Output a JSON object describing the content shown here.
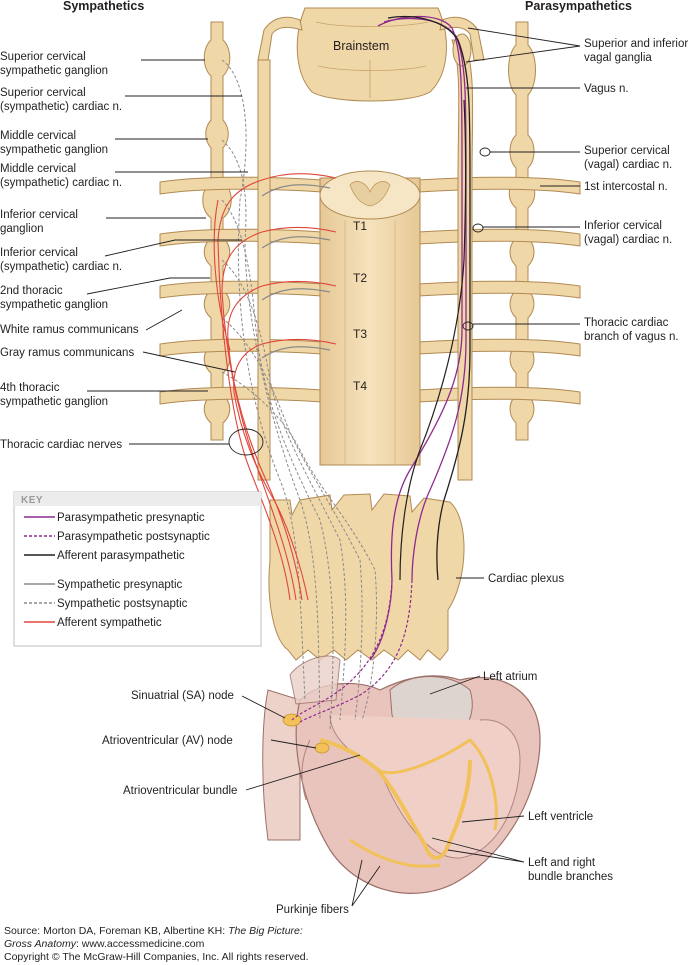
{
  "headers": {
    "left": "Sympathetics",
    "right": "Parasympathetics"
  },
  "brainstem_label": "Brainstem",
  "segments": [
    "T1",
    "T2",
    "T3",
    "T4"
  ],
  "labels_left": [
    {
      "line1": "Superior cervical",
      "line2": "sympathetic ganglion"
    },
    {
      "line1": "Superior cervical",
      "line2": "(sympathetic) cardiac n."
    },
    {
      "line1": "Middle cervical",
      "line2": "sympathetic ganglion"
    },
    {
      "line1": "Middle cervical",
      "line2": "(sympathetic) cardiac n."
    },
    {
      "line1": "Inferior cervical",
      "line2": "ganglion"
    },
    {
      "line1": "Inferior cervical",
      "line2": "(sympathetic) cardiac n."
    },
    {
      "line1": "2nd thoracic",
      "line2": "sympathetic ganglion"
    },
    {
      "line1": "White ramus communicans",
      "line2": ""
    },
    {
      "line1": "Gray ramus communicans",
      "line2": ""
    },
    {
      "line1": "4th thoracic",
      "line2": "sympathetic ganglion"
    },
    {
      "line1": "Thoracic cardiac nerves",
      "line2": ""
    }
  ],
  "labels_right": [
    {
      "line1": "Superior and inferior",
      "line2": "vagal ganglia"
    },
    {
      "line1": "Vagus n.",
      "line2": ""
    },
    {
      "line1": "Superior cervical",
      "line2": "(vagal) cardiac n."
    },
    {
      "line1": "1st intercostal n.",
      "line2": ""
    },
    {
      "line1": "Inferior cervical",
      "line2": "(vagal) cardiac n."
    },
    {
      "line1": "Thoracic cardiac",
      "line2": "branch of vagus n."
    },
    {
      "line1": "Cardiac plexus",
      "line2": ""
    }
  ],
  "heart_labels": {
    "left_atrium": "Left atrium",
    "sa_node": "Sinuatrial (SA) node",
    "av_node": "Atrioventricular (AV) node",
    "av_bundle": "Atrioventricular bundle",
    "left_ventricle": "Left ventricle",
    "bundle_branches_1": "Left and right",
    "bundle_branches_2": "bundle branches",
    "purkinje": "Purkinje fibers"
  },
  "key": {
    "title": "KEY",
    "items": [
      {
        "label": "Parasympathetic presynaptic",
        "color": "#8e2a8e",
        "style": "solid"
      },
      {
        "label": "Parasympathetic postsynaptic",
        "color": "#8e2a8e",
        "style": "dashed"
      },
      {
        "label": "Afferent parasympathetic",
        "color": "#231f20",
        "style": "solid"
      },
      {
        "label": "Sympathetic presynaptic",
        "color": "#8a8a8a",
        "style": "solid"
      },
      {
        "label": "Sympathetic postsynaptic",
        "color": "#8a8a8a",
        "style": "dashed"
      },
      {
        "label": "Afferent sympathetic",
        "color": "#e0463a",
        "style": "solid"
      }
    ]
  },
  "colors": {
    "nerve_tissue": "#f0d7a8",
    "nerve_outline": "#b08a52",
    "heart": "#e8c4bc",
    "heart_outline": "#9c7068",
    "conduction": "#f2c15a"
  },
  "credit": {
    "line1a": "Source: Morton DA, Foreman KB, Albertine KH: ",
    "line1b": "The Big Picture:",
    "line2a": "Gross Anatomy",
    "line2b": ": www.accessmedicine.com",
    "line3": "Copyright © The McGraw-Hill Companies, Inc. All rights reserved."
  }
}
